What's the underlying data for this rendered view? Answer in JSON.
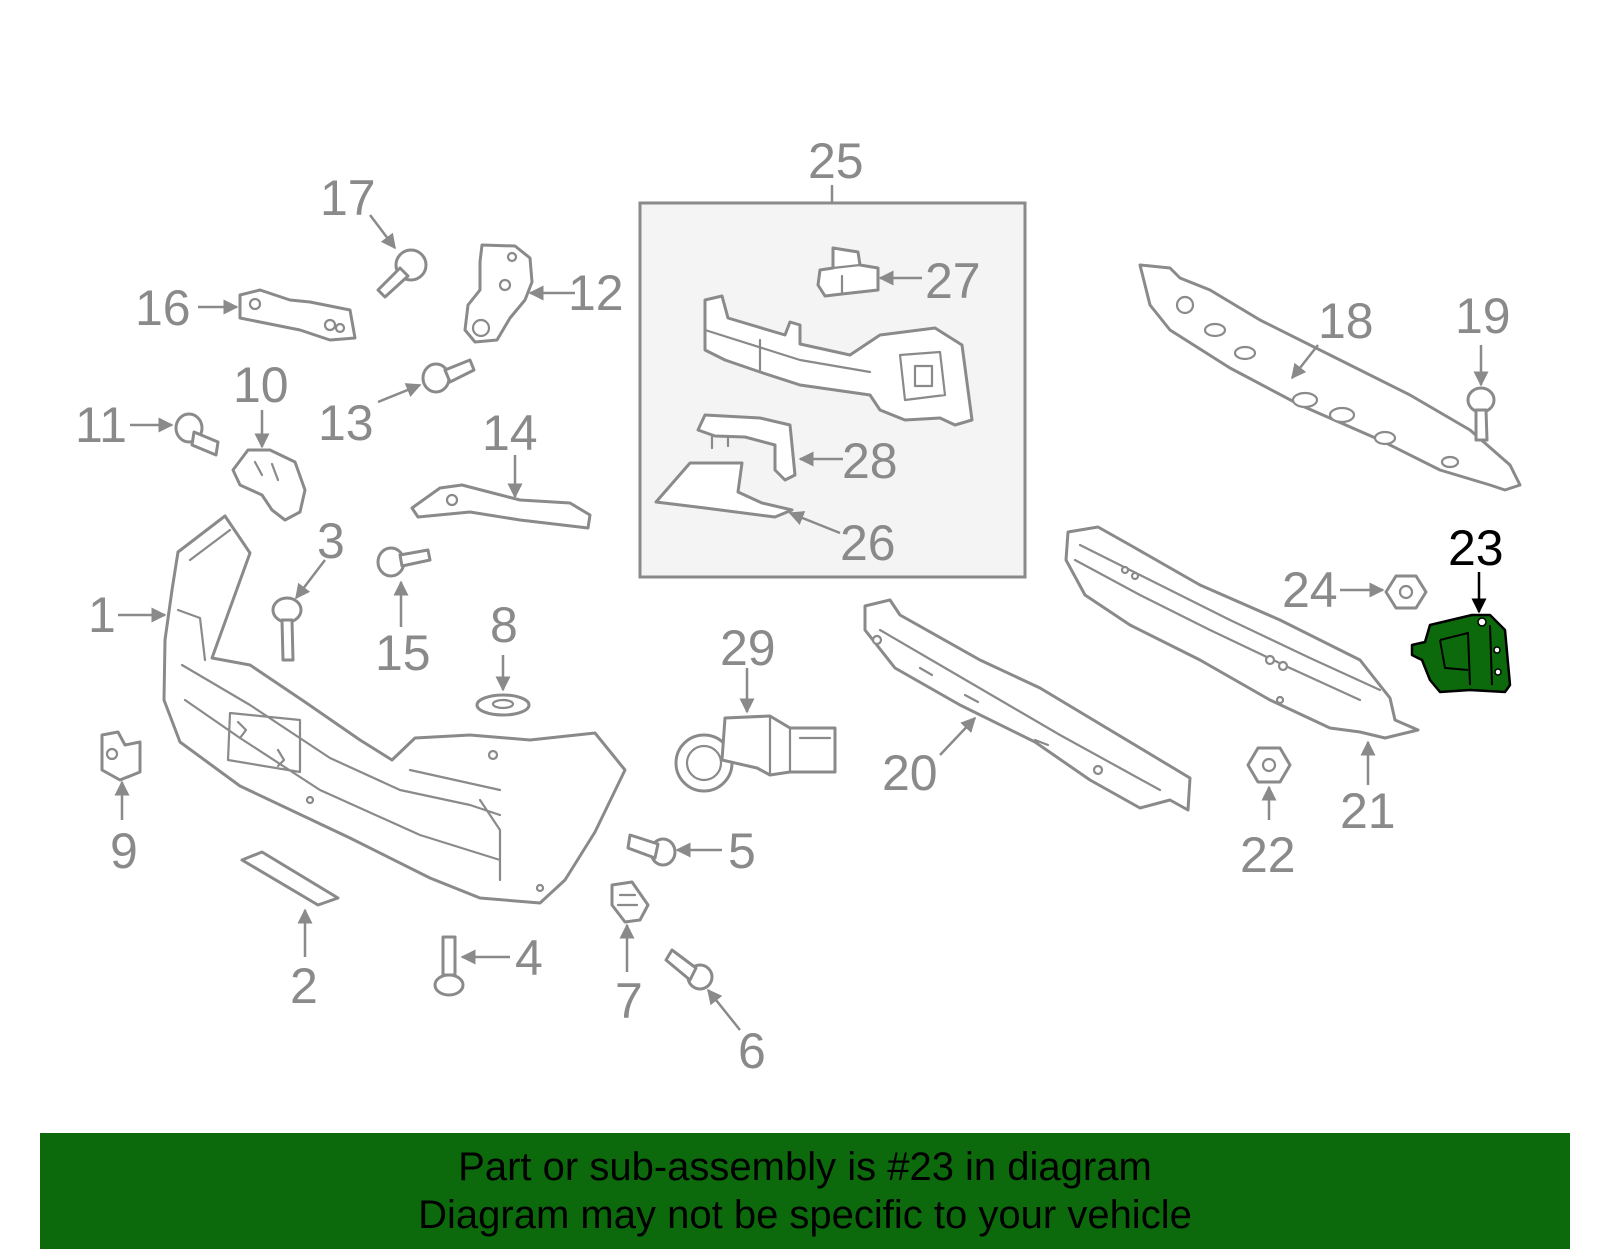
{
  "diagram": {
    "highlighted_part": "23",
    "callouts": {
      "c1": "1",
      "c2": "2",
      "c3": "3",
      "c4": "4",
      "c5": "5",
      "c6": "6",
      "c7": "7",
      "c8": "8",
      "c9": "9",
      "c10": "10",
      "c11": "11",
      "c12": "12",
      "c13": "13",
      "c14": "14",
      "c15": "15",
      "c16": "16",
      "c17": "17",
      "c18": "18",
      "c19": "19",
      "c20": "20",
      "c21": "21",
      "c22": "22",
      "c23": "23",
      "c24": "24",
      "c25": "25",
      "c26": "26",
      "c27": "27",
      "c28": "28",
      "c29": "29"
    },
    "colors": {
      "line": "#8a8a8a",
      "highlight": "#0c6a0c",
      "banner": "#0c6a0c"
    }
  },
  "banner": {
    "line1": "Part or sub-assembly is #23 in diagram",
    "line2": "Diagram may not be specific to your vehicle"
  }
}
